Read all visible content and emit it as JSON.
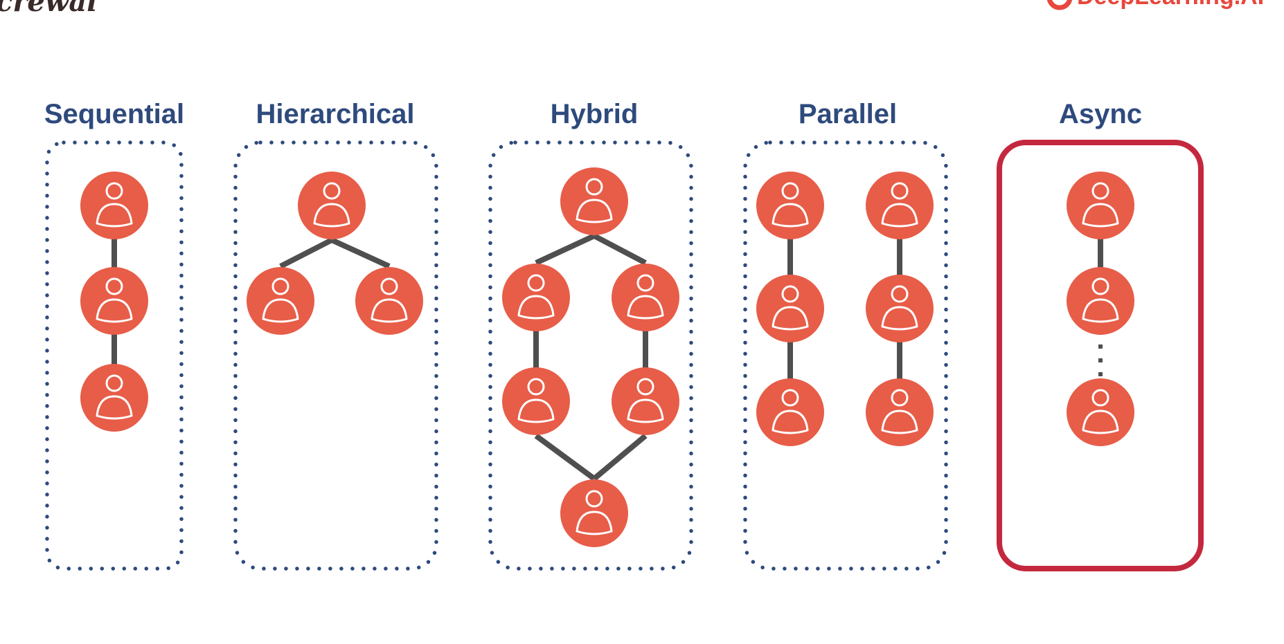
{
  "logos": {
    "left_text": "crewai",
    "right_text": "DeepLearning.AI"
  },
  "colors": {
    "node": "#e75d48",
    "title": "#2e4a7d",
    "edge": "#4f4f4f",
    "dotted_border": "#2e4a7d",
    "highlight_border": "#c4283e"
  },
  "panels": [
    {
      "title": "Sequential",
      "highlighted": false
    },
    {
      "title": "Hierarchical",
      "highlighted": false
    },
    {
      "title": "Hybrid",
      "highlighted": false
    },
    {
      "title": "Parallel",
      "highlighted": false
    },
    {
      "title": "Async",
      "highlighted": true
    }
  ],
  "node_icon": "person-icon"
}
